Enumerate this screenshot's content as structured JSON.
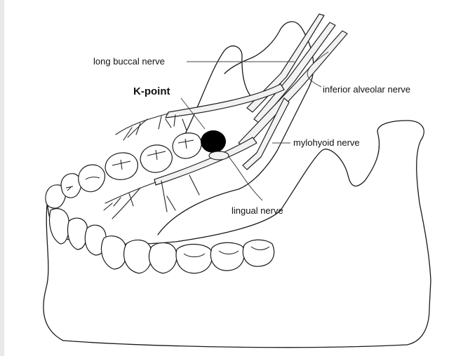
{
  "labels": {
    "long_buccal": "long buccal nerve",
    "inferior_alveolar": "inferior alveolar nerve",
    "k_point": "K-point",
    "mylohyoid": "mylohyoid nerve",
    "lingual": "lingual nerve"
  },
  "colors": {
    "background": "#ffffff",
    "ink": "#1a1a1a",
    "k_point": "#000000"
  }
}
